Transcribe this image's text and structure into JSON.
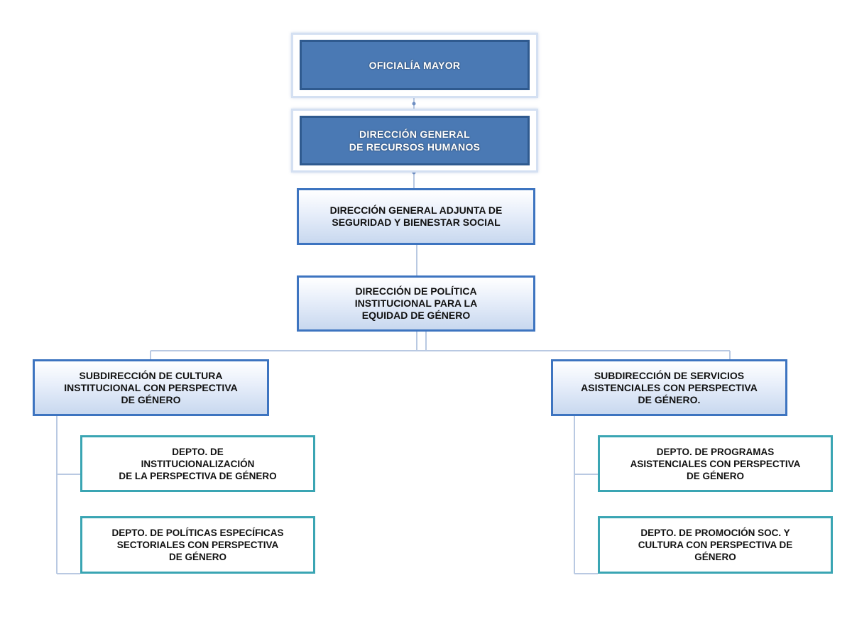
{
  "org_chart": {
    "oficialia": "OFICIALÍA MAYOR",
    "direccion_general": "DIRECCIÓN  GENERAL\nDE RECURSOS HUMANOS",
    "adjunta": "DIRECCIÓN GENERAL ADJUNTA DE\nSEGURIDAD  Y BIENESTAR SOCIAL",
    "politica": "DIRECCIÓN DE POLÍTICA\nINSTITUCIONAL PARA LA\nEQUIDAD DE GÉNERO",
    "sub_cultura": "SUBDIRECCIÓN  DE CULTURA\nINSTITUCIONAL CON PERSPECTIVA\nDE GÉNERO",
    "sub_servicios": "SUBDIRECCIÓN  DE SERVICIOS\nASISTENCIALES CON PERSPECTIVA\nDE GÉNERO.",
    "depto_institucionalizacion": "DEPTO. DE\nINSTITUCIONALIZACIÓN\nDE LA PERSPECTIVA DE GÉNERO",
    "depto_politicas": "DEPTO. DE POLÍTICAS ESPECÍFICAS\nSECTORIALES CON PERSPECTIVA\nDE GÉNERO",
    "depto_programas": "DEPTO. DE PROGRAMAS\nASISTENCIALES CON PERSPECTIVA\nDE GÉNERO",
    "depto_promocion": "DEPTO. DE PROMOCIÓN SOC. Y\nCULTURA CON PERSPECTIVA DE\nGÉNERO"
  },
  "colors": {
    "dark_box": "#4a79b4",
    "light_box_border": "#3d74c0",
    "dept_border": "#3aa5b3",
    "connector": "#b9c9e2"
  }
}
